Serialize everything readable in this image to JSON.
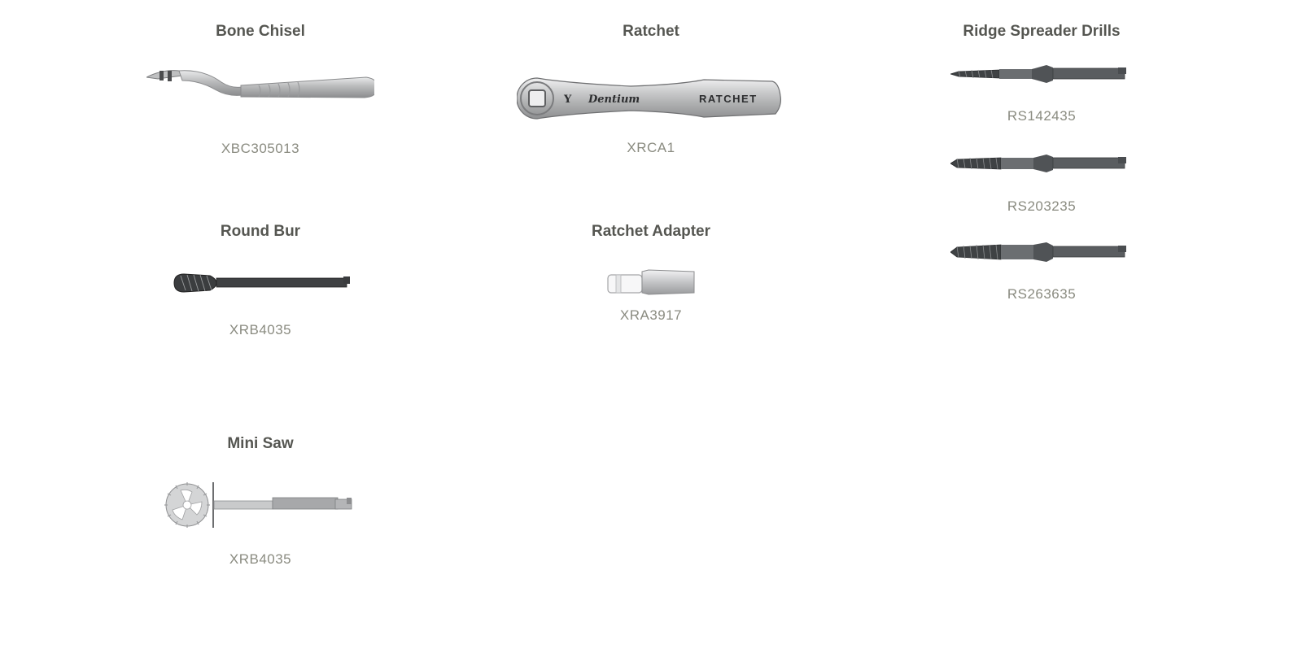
{
  "products": {
    "bone_chisel": {
      "title": "Bone Chisel",
      "code": "XBC305013",
      "icon": "bone-chisel"
    },
    "ratchet": {
      "title": "Ratchet",
      "code": "XRCA1",
      "engraving_brand": "Dentium",
      "engraving_label": "RATCHET",
      "icon": "ratchet"
    },
    "ridge_spreader": {
      "title": "Ridge Spreader Drills",
      "variants": [
        {
          "code": "RS142435",
          "icon": "ridge-spreader-drill"
        },
        {
          "code": "RS203235",
          "icon": "ridge-spreader-drill"
        },
        {
          "code": "RS263635",
          "icon": "ridge-spreader-drill"
        }
      ]
    },
    "round_bur": {
      "title": "Round Bur",
      "code": "XRB4035",
      "icon": "round-bur"
    },
    "ratchet_adapter": {
      "title": "Ratchet Adapter",
      "code": "XRA3917",
      "icon": "ratchet-adapter"
    },
    "mini_saw": {
      "title": "Mini Saw",
      "code": "XRB4035",
      "icon": "mini-saw"
    }
  },
  "colors": {
    "title": "#555651",
    "code": "#8a8b80",
    "steel": "#b7b8b9",
    "dark_steel": "#4d5052"
  }
}
